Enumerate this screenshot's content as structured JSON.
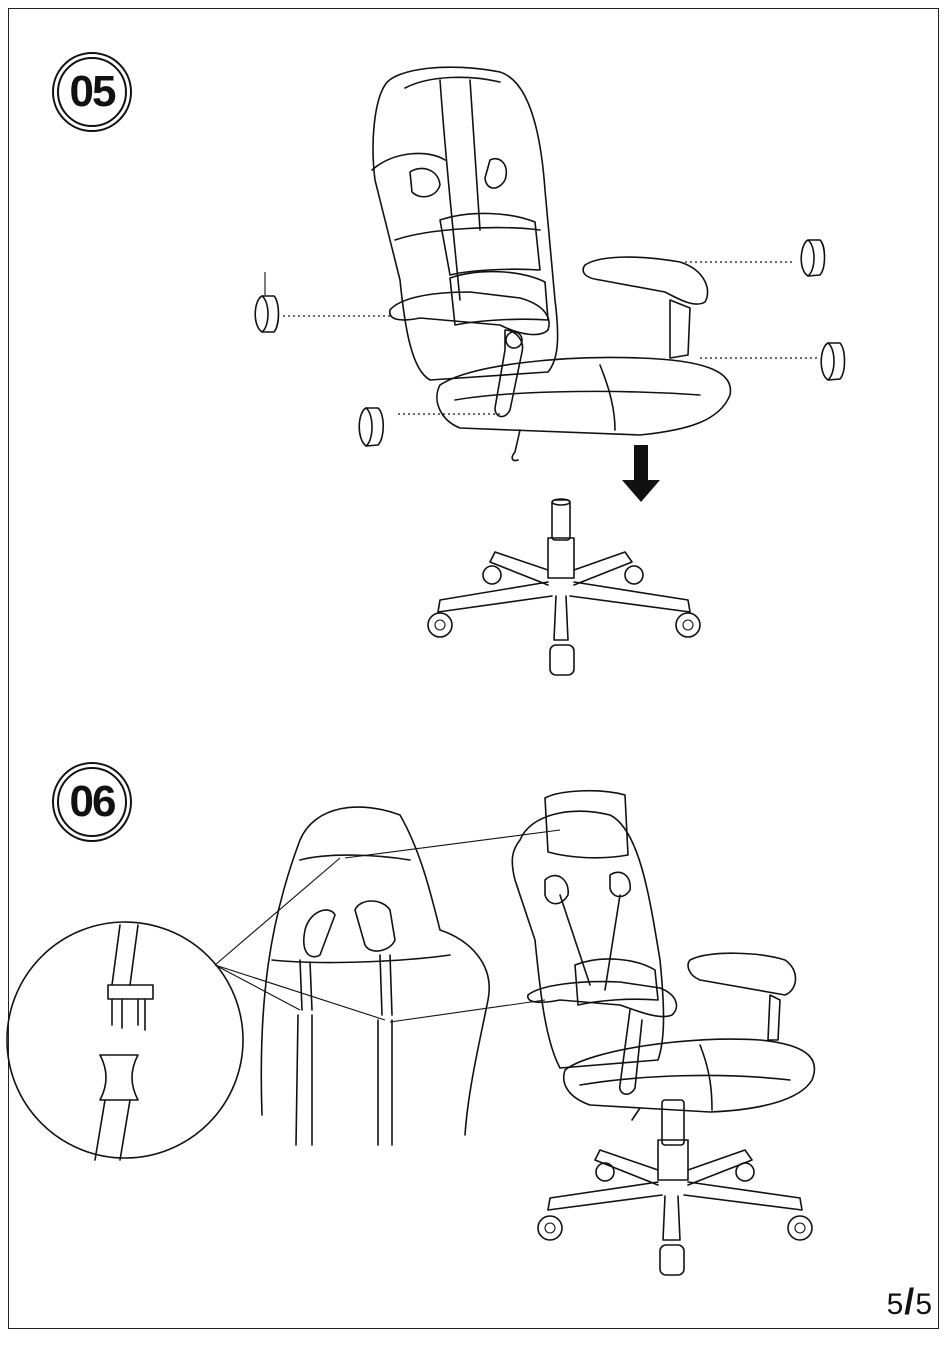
{
  "steps": [
    {
      "number": "05"
    },
    {
      "number": "06"
    }
  ],
  "page": {
    "current": "5",
    "separator": "/",
    "total": "5"
  },
  "icons": {
    "arrow": "down-arrow-icon",
    "chair": "gaming-chair-illustration",
    "base": "five-star-base-illustration",
    "cap": "screw-cap-illustration",
    "buckle": "strap-buckle-detail"
  }
}
